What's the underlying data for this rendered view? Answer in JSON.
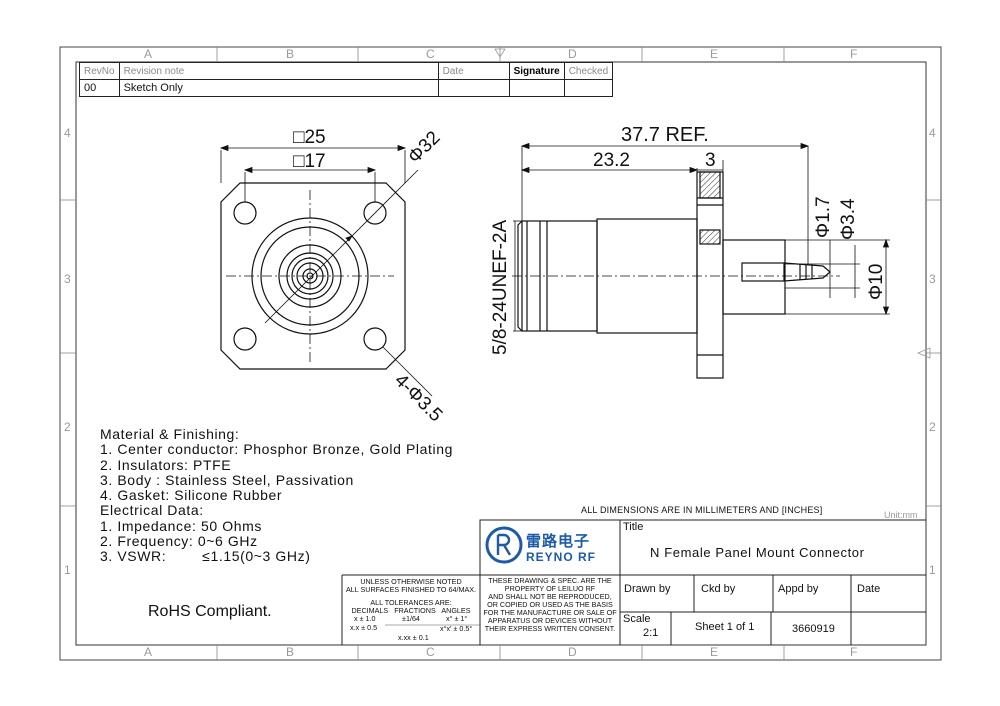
{
  "zones": {
    "columns": [
      "A",
      "B",
      "C",
      "D",
      "E",
      "F"
    ],
    "rows": [
      "4",
      "3",
      "2",
      "1"
    ]
  },
  "revision_table": {
    "headers": [
      "RevNo",
      "Revision note",
      "Date",
      "Signature",
      "Checked"
    ],
    "rows": [
      [
        "00",
        "Sketch Only",
        "",
        "",
        ""
      ]
    ]
  },
  "front_view": {
    "dim_outer_square": "□25",
    "dim_inner_square": "□17",
    "dim_circle": "Φ32",
    "dim_holes": "4-Φ3.5"
  },
  "side_view": {
    "dim_ref": "37.7 REF.",
    "dim_body": "23.2",
    "dim_flange": "3",
    "dim_thread": "5/8-24UNEF-2A",
    "dim_pin": "Φ1.7",
    "dim_insulator": "Φ3.4",
    "dim_rear": "Φ10"
  },
  "notes": {
    "material_heading": "Material & Finishing:",
    "material_items": [
      "1. Center conductor: Phosphor Bronze, Gold Plating",
      "2. Insulators: PTFE",
      "3. Body : Stainless Steel, Passivation",
      "4. Gasket: Silicone Rubber"
    ],
    "electrical_heading": "Electrical Data:",
    "electrical_items": [
      "1. Impedance: 50 Ohms",
      "2. Frequency: 0~6 GHz",
      "3. VSWR:        ≤1.15(0~3 GHz)"
    ],
    "rohs": "RoHS Compliant."
  },
  "title_block": {
    "all_dimensions": "ALL DIMENSIONS ARE IN MILLIMETERS AND [INCHES]",
    "unit": "Unit:mm",
    "logo_chinese": "雷路电子",
    "logo_english": "REYNO RF",
    "title_label": "Title",
    "title": "N Female Panel Mount Connector",
    "drawn_by": "Drawn by",
    "ckd_by": "Ckd by",
    "appd_by": "Appd by",
    "date": "Date",
    "scale_label": "Scale",
    "scale_value": "2:1",
    "sheet": "Sheet 1 of 1",
    "part_no": "3660919",
    "tolerance_text": "UNLESS OTHERWISE NOTED\nALL SURFACES FINISHED TO 64/MAX.",
    "tolerance_heading": "ALL TOLERANCES ARE:",
    "tolerance_cols": "DECIMALS   FRACTIONS   ANGLES",
    "tol_x": "x ± 1.0",
    "tol_xx": "x.x ± 0.5",
    "tol_xxx": "x.xx ± 0.1",
    "tol_frac": "±1/64",
    "tol_ang1": "x° ± 1°",
    "tol_ang2": "x°x' ± 0.5°",
    "disclaimer": "THESE DRAWING & SPEC. ARE THE\nPROPERTY OF LEILUO RF\nAND SHALL NOT BE REPRODUCED,\nOR COPIED OR USED AS THE BASIS\nFOR THE MANUFACTURE OR SALE OF\nAPPARATUS OR DEVICES WITHOUT\nTHEIR EXPRESS WRITTEN CONSENT."
  }
}
